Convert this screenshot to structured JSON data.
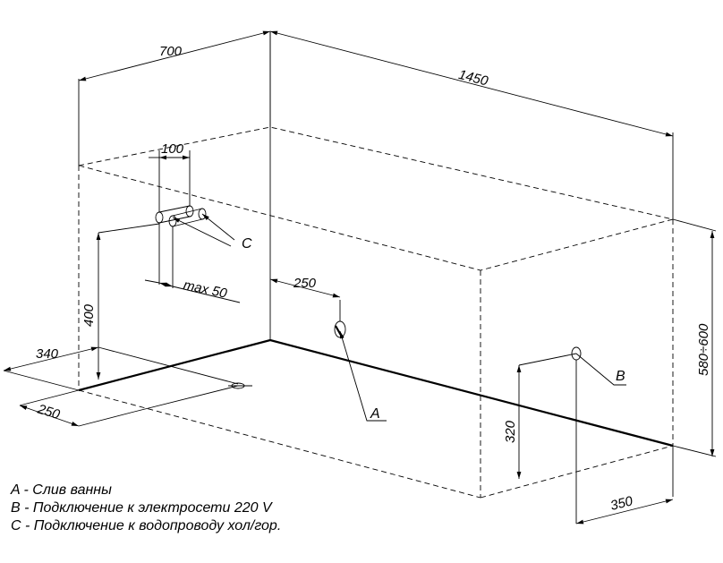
{
  "dimensions": {
    "d700": "700",
    "d1450": "1450",
    "d100": "100",
    "dmax50": "max 50",
    "d250_top": "250",
    "d400": "400",
    "d340": "340",
    "d250_bottom": "250",
    "d320": "320",
    "d350": "350",
    "d580600": "580÷600"
  },
  "markers": {
    "A": "A",
    "B": "B",
    "C": "C"
  },
  "legend": [
    "A - Слив ванны",
    "B - Подключение к электросети 220 V",
    "C - Подключение к водопроводу хол/гор."
  ]
}
